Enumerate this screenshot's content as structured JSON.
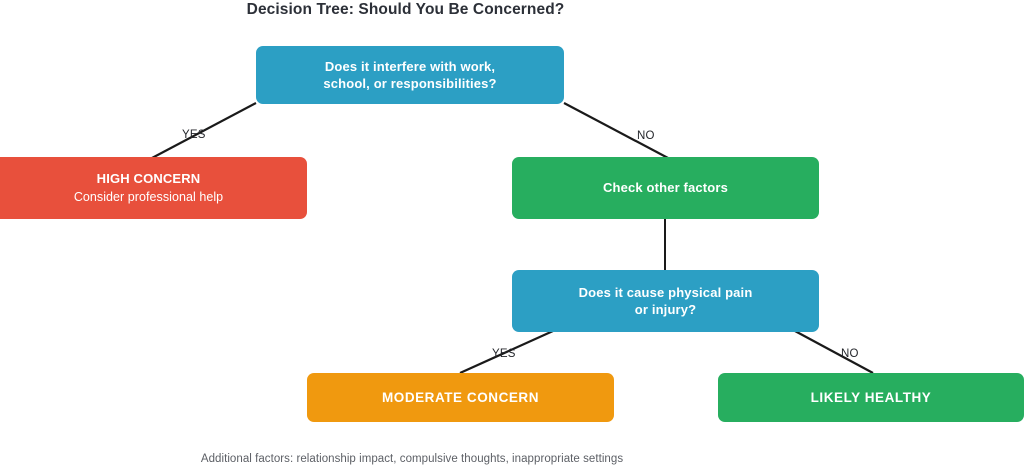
{
  "title": "Decision Tree: Should You Be Concerned?",
  "footer": "Additional factors: relationship impact, compulsive thoughts, inappropriate settings",
  "colors": {
    "question": "#2c9fc4",
    "high_concern": "#e8503c",
    "neutral_green": "#27ae5f",
    "moderate_orange": "#f0990f",
    "edge": "#1a1a1a",
    "title_text": "#2c3038",
    "footer_text": "#5d6066",
    "node_text": "#ffffff"
  },
  "nodes": [
    {
      "id": "root-question",
      "main": "Does it interfere with work,",
      "sub": "school, or responsibilities?",
      "kind": "question"
    },
    {
      "id": "high-concern",
      "main": "HIGH CONCERN",
      "sub": "Consider professional help",
      "kind": "outcome"
    },
    {
      "id": "check-other-factors",
      "main": "Check other factors",
      "sub": "",
      "kind": "intermediate"
    },
    {
      "id": "pain-question",
      "main": "Does it cause physical pain",
      "sub": "or injury?",
      "kind": "question"
    },
    {
      "id": "moderate-concern",
      "main": "MODERATE CONCERN",
      "sub": "",
      "kind": "outcome"
    },
    {
      "id": "likely-healthy",
      "main": "LIKELY HEALTHY",
      "sub": "",
      "kind": "outcome"
    }
  ],
  "edges": [
    {
      "id": "root-yes",
      "label": "YES",
      "from": "root-question",
      "to": "high-concern"
    },
    {
      "id": "root-no",
      "label": "NO",
      "from": "root-question",
      "to": "check-other-factors"
    },
    {
      "id": "factors-to-pain",
      "label": "",
      "from": "check-other-factors",
      "to": "pain-question"
    },
    {
      "id": "pain-yes",
      "label": "YES",
      "from": "pain-question",
      "to": "moderate-concern"
    },
    {
      "id": "pain-no",
      "label": "NO",
      "from": "pain-question",
      "to": "likely-healthy"
    }
  ]
}
